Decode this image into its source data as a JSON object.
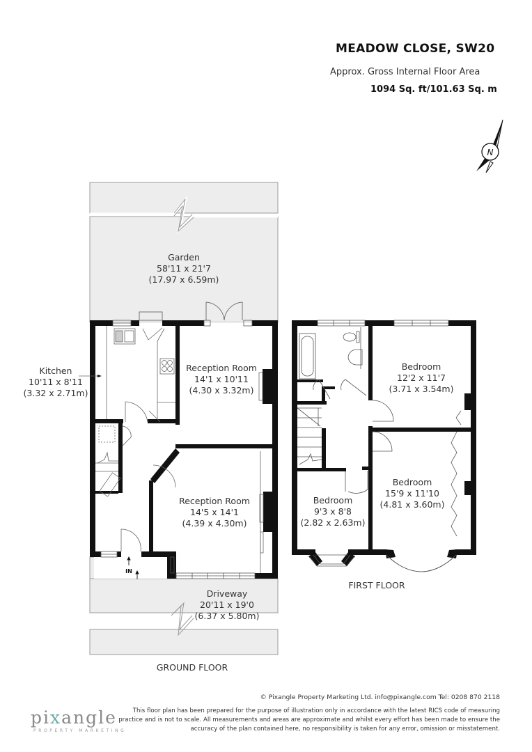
{
  "header": {
    "title": "MEADOW CLOSE, SW20",
    "subtitle": "Approx. Gross Internal Floor Area",
    "area": "1094 Sq. ft/101.63 Sq. m"
  },
  "compass": {
    "icon": "north-arrow-icon",
    "label": "N"
  },
  "ground_floor": {
    "label": "GROUND FLOOR",
    "rooms": [
      {
        "name": "Garden",
        "imperial": "58'11 x 21'7",
        "metric": "(17.97 x 6.59m)"
      },
      {
        "name": "Kitchen",
        "imperial": "10'11 x 8'11",
        "metric": "(3.32 x 2.71m)"
      },
      {
        "name": "Reception Room",
        "imperial": "14'1 x 10'11",
        "metric": "(4.30 x 3.32m)"
      },
      {
        "name": "Reception Room",
        "imperial": "14'5 x 14'1",
        "metric": "(4.39 x 4.30m)"
      },
      {
        "name": "Driveway",
        "imperial": "20'11 x 19'0",
        "metric": "(6.37 x 5.80m)"
      }
    ],
    "entrance_label": "IN"
  },
  "first_floor": {
    "label": "FIRST FLOOR",
    "rooms": [
      {
        "name": "Bedroom",
        "imperial": "12'2 x 11'7",
        "metric": "(3.71 x 3.54m)"
      },
      {
        "name": "Bedroom",
        "imperial": "15'9 x 11'10",
        "metric": "(4.81 x 3.60m)"
      },
      {
        "name": "Bedroom",
        "imperial": "9'3 x 8'8",
        "metric": "(2.82 x 2.63m)"
      }
    ]
  },
  "footer": {
    "copyright": "© Pixangle Property Marketing Ltd. info@pixangle.com Tel: 0208 870 2118",
    "disclaimer": "This floor plan has been prepared for the purpose of illustration only in accordance with the latest RICS code of measuring practice and is not to scale. All measurements and areas are approximate and whilst every effort has been made to ensure the accuracy of the plan contained here, no responsibility is taken for any error, omission or misstatement.",
    "logo": {
      "pre": "pi",
      "x": "x",
      "post": "angle",
      "tagline": "PROPERTY MARKETING"
    }
  },
  "colors": {
    "wall": "#111111",
    "exterior": "#ededed",
    "exterior_line": "#9a9a9a",
    "logo_accent": "#6fa9a8"
  }
}
